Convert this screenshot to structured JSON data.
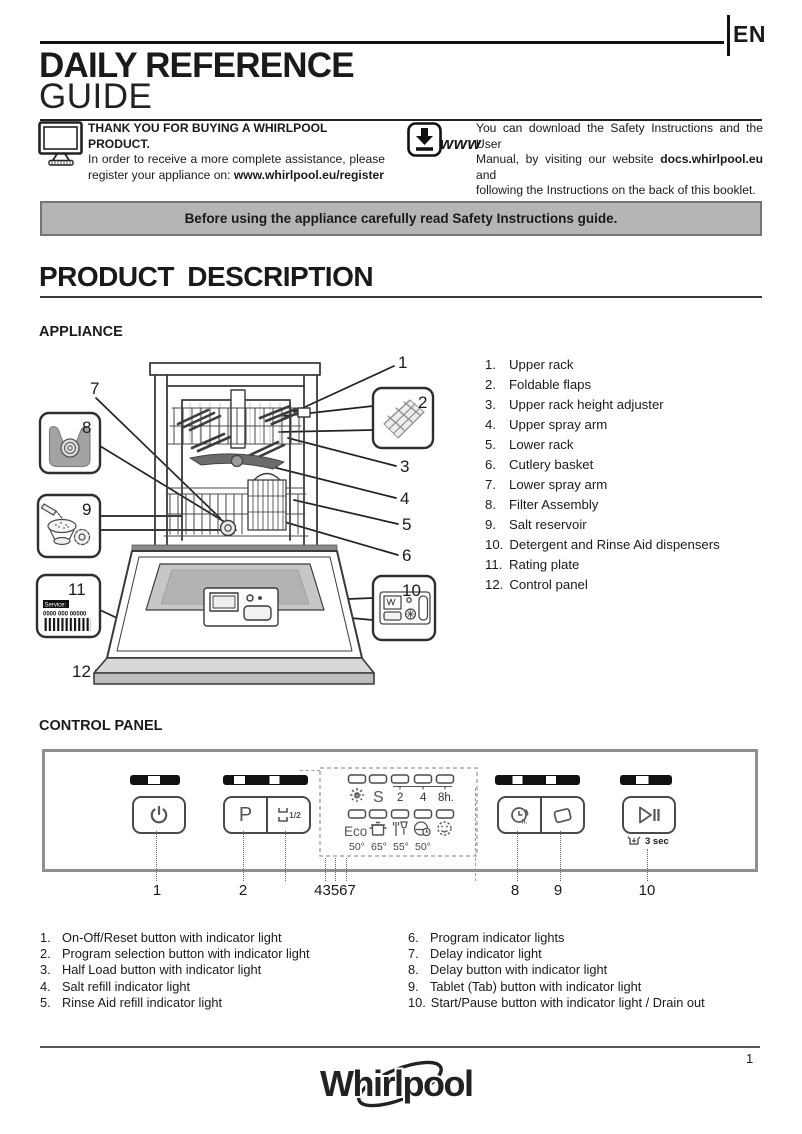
{
  "page": {
    "lang": "EN",
    "number": "1"
  },
  "header": {
    "title1": "DAILY REFERENCE",
    "title2": "GUIDE"
  },
  "register": {
    "heading": "THANK YOU FOR BUYING A WHIRLPOOL PRODUCT.",
    "line1": "In order to receive a  more complete assistance, please",
    "line2": "register your appliance on: ",
    "url": "www.whirlpool.eu/register"
  },
  "download": {
    "www": "www",
    "line1": "You can download the Safety Instructions and the User",
    "line2a": "Manual, by visiting our website ",
    "url": "docs.whirlpool.eu",
    "line2b": " and",
    "line3": "following the Instructions on the back of this booklet."
  },
  "banner": {
    "text": "Before using the appliance carefully read Safety Instructions guide."
  },
  "product": {
    "title": "PRODUCT  DESCRIPTION",
    "appliance": "APPLIANCE",
    "parts": [
      {
        "num": "1.",
        "label": "Upper rack"
      },
      {
        "num": "2.",
        "label": "Foldable flaps"
      },
      {
        "num": "3.",
        "label": "Upper rack height adjuster"
      },
      {
        "num": "4.",
        "label": "Upper spray arm"
      },
      {
        "num": "5.",
        "label": "Lower rack"
      },
      {
        "num": "6.",
        "label": "Cutlery basket"
      },
      {
        "num": "7.",
        "label": "Lower spray arm"
      },
      {
        "num": "8.",
        "label": "Filter Assembly"
      },
      {
        "num": "9.",
        "label": "Salt reservoir"
      },
      {
        "num": "10.",
        "label": "Detergent and Rinse Aid dispensers"
      },
      {
        "num": "11.",
        "label": "Rating plate"
      },
      {
        "num": "12.",
        "label": "Control panel"
      }
    ]
  },
  "diagram": {
    "n1": "1",
    "n2": "2",
    "n3": "3",
    "n4": "4",
    "n5": "5",
    "n6": "6",
    "n7": "7",
    "n8": "8",
    "n9": "9",
    "n10": "10",
    "n11": "11",
    "n12": "12",
    "service": "Service:",
    "code": "0000 000 00000"
  },
  "control": {
    "heading": "CONTROL PANEL",
    "p": "P",
    "half": "1/2",
    "s": "S",
    "d2": "2",
    "d4": "4",
    "d8": "8h.",
    "eco": "Eco",
    "t1": "50°",
    "t2": "65°",
    "t3": "55°",
    "t4": "50°",
    "sec": "3 sec",
    "nums": [
      "1",
      "2",
      "43567",
      "8",
      "9",
      "10"
    ],
    "legend_left": [
      {
        "num": "1.",
        "label": "On-Off/Reset button with indicator light"
      },
      {
        "num": "2.",
        "label": "Program selection button with indicator light"
      },
      {
        "num": "3.",
        "label": "Half Load button with indicator light"
      },
      {
        "num": "4.",
        "label": "Salt refill indicator light"
      },
      {
        "num": "5.",
        "label": "Rinse Aid refill indicator light"
      }
    ],
    "legend_right": [
      {
        "num": "6.",
        "label": "Program indicator lights"
      },
      {
        "num": "7.",
        "label": "Delay indicator light"
      },
      {
        "num": "8.",
        "label": "Delay button with indicator light"
      },
      {
        "num": "9.",
        "label": "Tablet (Tab) button with indicator light"
      },
      {
        "num": "10.",
        "label": "Start/Pause button with indicator light / Drain out"
      }
    ]
  },
  "footer": {
    "brand": "Whirlpool"
  }
}
